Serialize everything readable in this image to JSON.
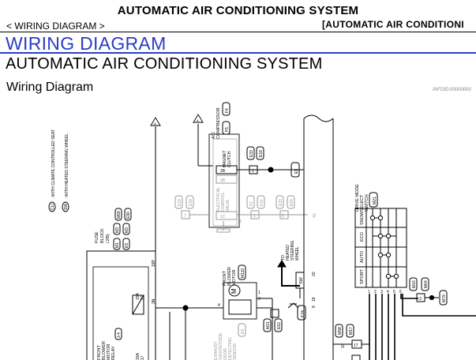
{
  "header": {
    "title": "AUTOMATIC AIR CONDITIONING SYSTEM",
    "breadcrumb": "< WIRING DIAGRAM >",
    "section_code": "[AUTOMATIC AIR CONDITIONI"
  },
  "section_title": "WIRING DIAGRAM",
  "subsection_title": "AUTOMATIC AIR CONDITIONING SYSTEM",
  "page_label": "Wiring Diagram",
  "info_id": "INFOID:00000000",
  "legend": {
    "items": [
      {
        "code": "CLI",
        "text": ": WITH CLIMATE CONTROLLED SEAT"
      },
      {
        "code": "SW",
        "text": ": WITH HEATED STEERING WHEEL"
      }
    ]
  },
  "fuse_block": {
    "label_lines": [
      "FUSE",
      "BLOCK",
      "(J/B)"
    ],
    "connectors": [
      "M1",
      "M3",
      "E5",
      "M3",
      "M68",
      "E90"
    ],
    "pins": [
      "15P",
      "3N"
    ]
  },
  "fuses": [
    {
      "amps": "15A",
      "number": "27"
    },
    {
      "amps": "15A",
      "number": "17"
    }
  ],
  "relay": {
    "label_lines": [
      "FRONT",
      "BLOWER",
      "MOTOR",
      "RELAY"
    ],
    "connectors": [
      "J-4"
    ]
  },
  "compressor": {
    "label_lines": [
      "A/C",
      "COMPRESSOR"
    ],
    "connectors": [
      "F4",
      "F5"
    ],
    "clutch_label_lines": [
      "MAGNET",
      "CLUTCH"
    ],
    "valve_label_lines": [
      "ELECTRICAL",
      "CONTROL",
      "VALVE"
    ],
    "pins": [
      "2B",
      "2B",
      "1C"
    ]
  },
  "compressor_connectors": [
    "E19",
    "E33",
    "F2",
    "F31",
    "E33",
    "E65"
  ],
  "wire_numbers": [
    "1",
    "7",
    "2",
    "3",
    "5",
    "40",
    "10"
  ],
  "ground": {
    "connectors": [
      "E9"
    ]
  },
  "blower_motor": {
    "label_lines": [
      "FRONT",
      "BLOWER",
      "MOTOR"
    ],
    "connectors": [
      "M110"
    ],
    "symbol": "M",
    "pins": [
      "4",
      "1",
      "3"
    ]
  },
  "heated_steering": {
    "label_lines": [
      "TO",
      "HEATED",
      "STEERING",
      "WHEEL"
    ],
    "badge": "SW",
    "wires": [
      "20",
      "18",
      "8"
    ],
    "connector": "E24"
  },
  "exhaust_sensor": {
    "label_lines": [
      "EXHAUST",
      "GAS/OUTSIDE",
      "ODOR",
      "DETECTING",
      "SENSOR"
    ],
    "connectors": [
      "E5",
      "M31",
      "E62"
    ]
  },
  "drive_mode_switch": {
    "label_lines": [
      "DRIVE MODE",
      "SELECT",
      "SWITCH"
    ],
    "connector": "M21",
    "modes": [
      "SNOW",
      "ECO",
      "AUTO",
      "SPORT"
    ],
    "pins": [
      "1",
      "2",
      "3",
      "4",
      "5",
      "6"
    ]
  },
  "right_connectors": [
    "M16",
    "M64",
    "M79",
    "M98",
    "M17"
  ],
  "right_wire_numbers": [
    "3",
    "17",
    "10"
  ]
}
